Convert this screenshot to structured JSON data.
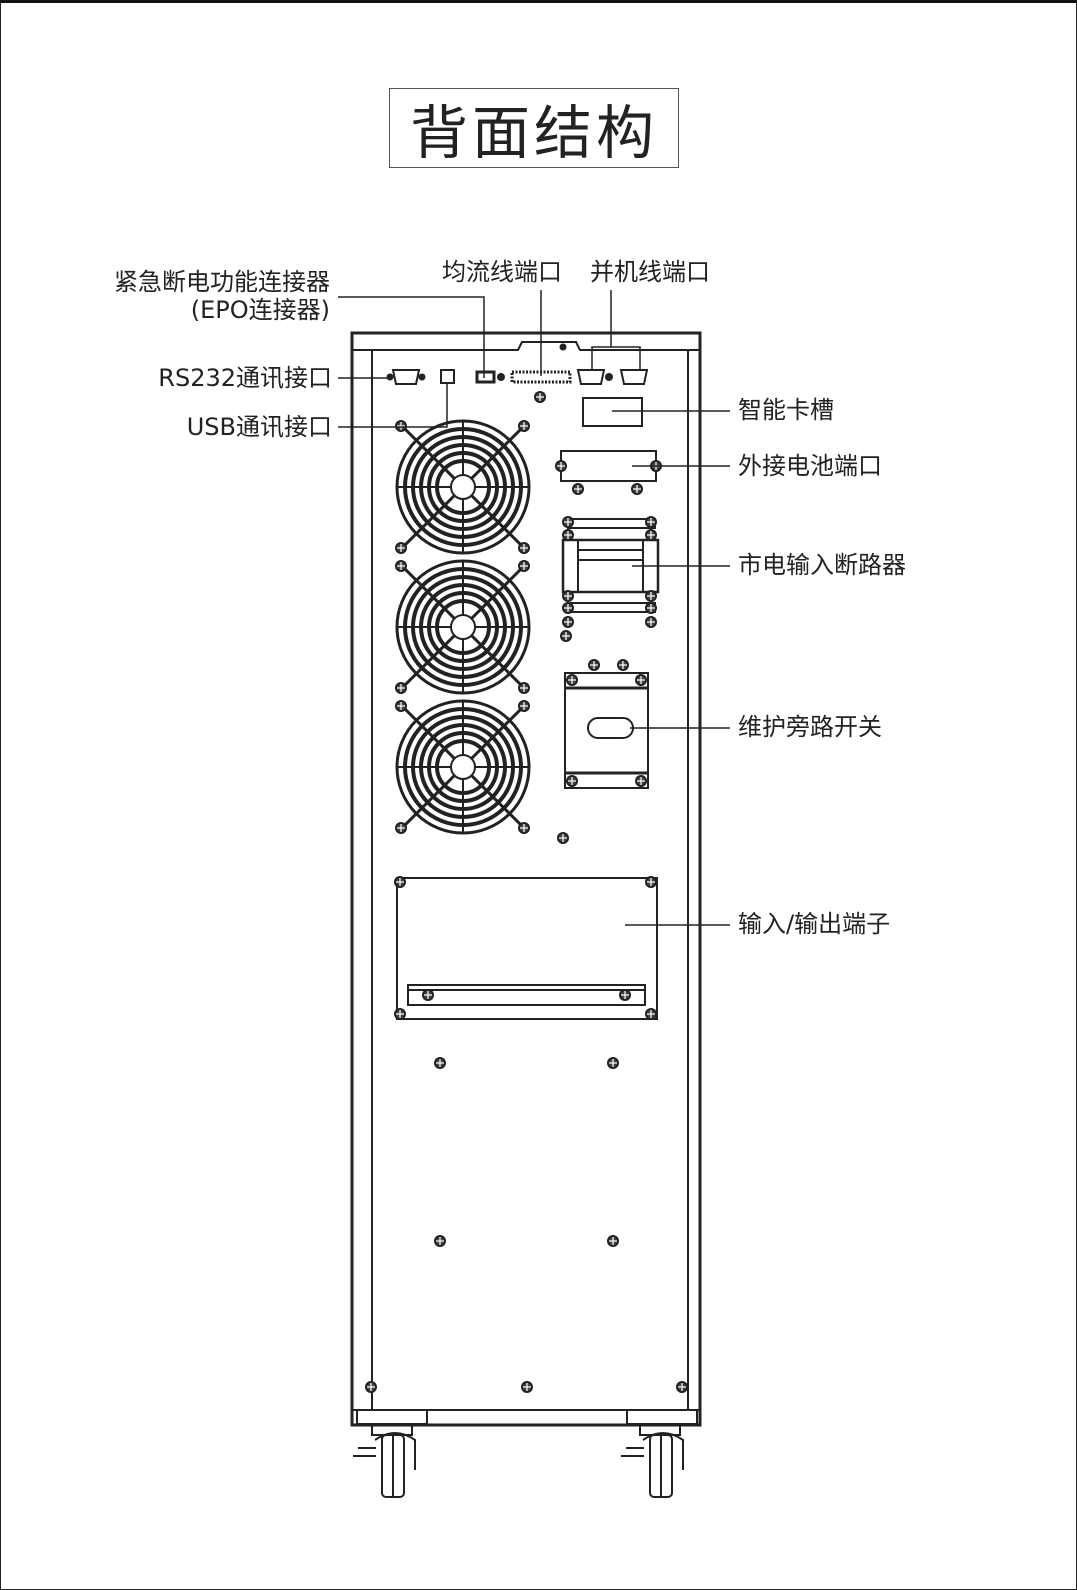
{
  "title": "背面结构",
  "labels": {
    "epo_line1": "紧急断电功能连接器",
    "epo_line2": "(EPO连接器)",
    "rs232": "RS232通讯接口",
    "usb": "USB通讯接口",
    "current_sharing": "均流线端口",
    "parallel": "并机线端口",
    "smart_slot": "智能卡槽",
    "battery_port": "外接电池端口",
    "mains_breaker": "市电输入断路器",
    "bypass_switch": "维护旁路开关",
    "io_terminal": "输入/输出端子"
  }
}
